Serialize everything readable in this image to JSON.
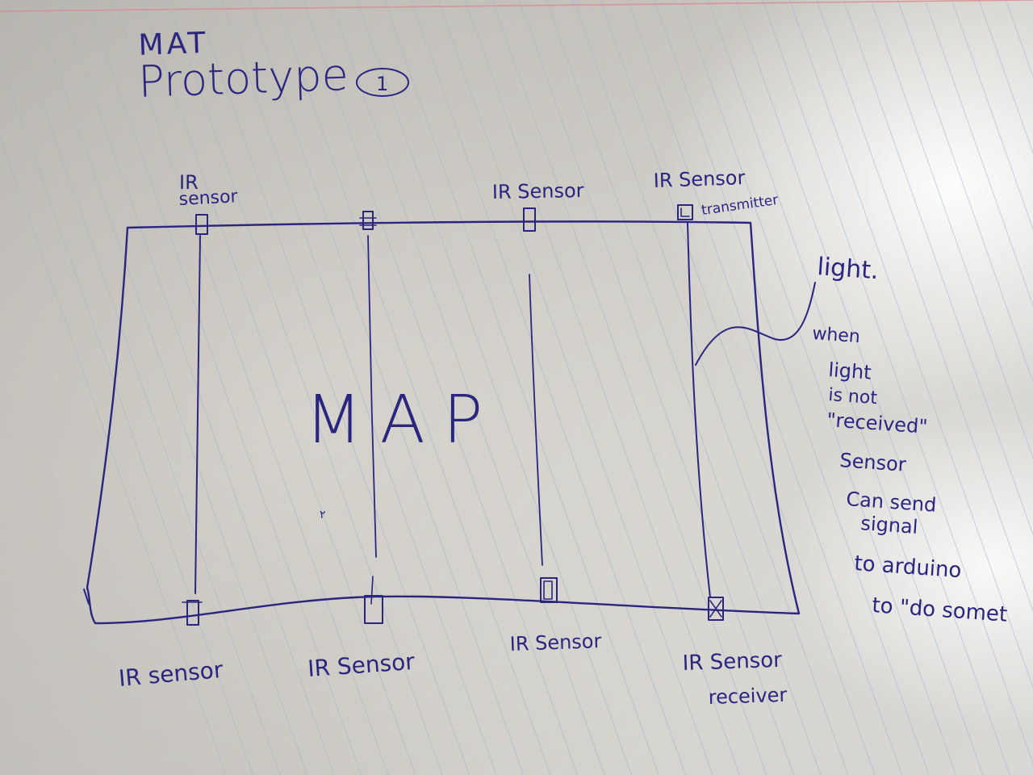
{
  "title": {
    "line1": "MAT",
    "line2": "Prototype",
    "badge": "1"
  },
  "center_label": "MAP",
  "top_sensors": [
    {
      "line1": "IR",
      "line2": "sensor"
    },
    {
      "line1": "IR Sensor",
      "line2": ""
    },
    {
      "line1": "IR Sensor",
      "line2": "transmitter"
    }
  ],
  "bottom_sensors": [
    {
      "line1": "IR sensor",
      "line2": ""
    },
    {
      "line1": "IR Sensor",
      "line2": ""
    },
    {
      "line1": "IR Sensor",
      "line2": ""
    },
    {
      "line1": "IR Sensor",
      "line2": "receiver"
    }
  ],
  "notes": {
    "light": "light.",
    "lines": [
      "when",
      "light",
      "is not",
      "\"received\"",
      "Sensor",
      "Can send",
      "signal",
      "to arduino",
      "to \"do somet"
    ]
  },
  "colors": {
    "ink": "#2a2680",
    "paper_rule": "#9fb3cc",
    "margin_rule": "#d98a8f"
  }
}
